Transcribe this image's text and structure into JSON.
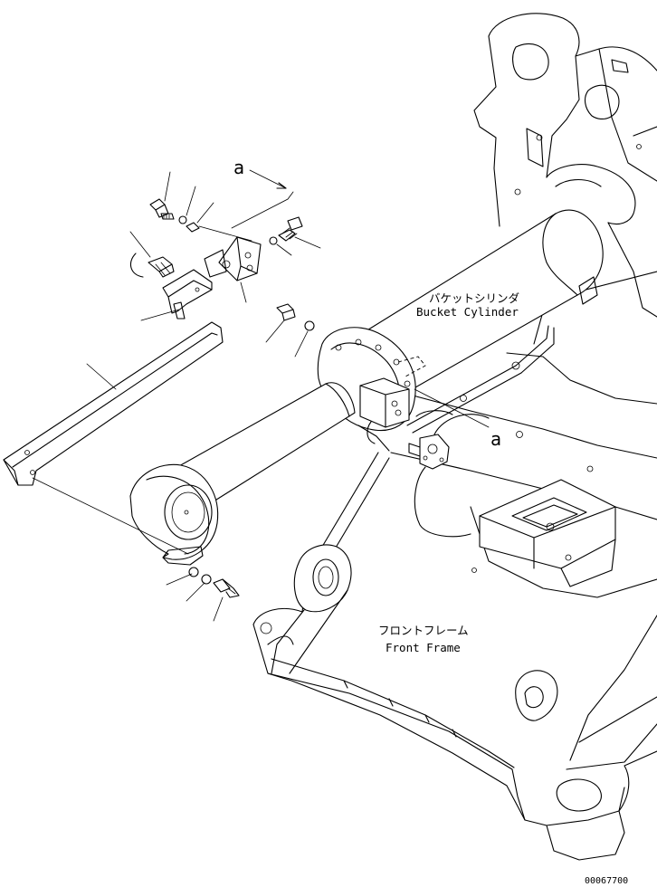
{
  "labels": {
    "bucket_cylinder_jp": "バケットシリンダ",
    "bucket_cylinder_en": "Bucket Cylinder",
    "front_frame_jp": "フロントフレーム",
    "front_frame_en": "Front Frame",
    "view_marker_top": "a",
    "view_marker_side": "a"
  },
  "drawing_number": "00067700"
}
